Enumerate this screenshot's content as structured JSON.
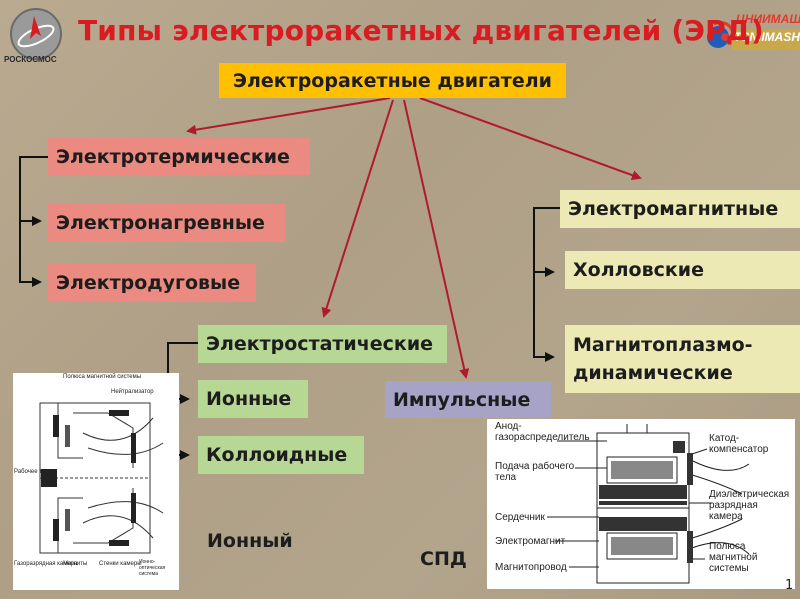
{
  "header": {
    "title": "Типы электроракетных двигателей (ЭРД)",
    "logo_left_text": "РОСКОСМОС",
    "logo_right_ru": "ЦНИИМАШ",
    "logo_right_en": "TSNIIMASH"
  },
  "root": "Электроракетные двигатели",
  "electrothermal": {
    "label": "Электротермические",
    "children": [
      "Электронагревные",
      "Электродуговые"
    ]
  },
  "electrostatic": {
    "label": "Электростатические",
    "children": [
      "Ионные",
      "Коллоидные"
    ]
  },
  "pulse": "Импульсные",
  "electromagnetic": {
    "label": "Электромагнитные",
    "children": [
      "Холловские",
      "Магнитоплазмо-",
      "динамические"
    ]
  },
  "ion_engine": {
    "caption": "Ионный",
    "labels": [
      "Полюса магнитной системы",
      "Нейтрализатор",
      "Рабочее тело",
      "Газоразрядная камера",
      "Магниты",
      "Стенки камеры",
      "Ионно-оптическая система"
    ]
  },
  "spd": {
    "caption": "СПД",
    "labels": [
      "Анод-газораспределитель",
      "Подача рабочего тела",
      "Сердечник",
      "Электромагнит",
      "Магнитопровод",
      "Катод-компенсатор",
      "Диэлектрическая разрядная камера",
      "Полюса магнитной системы"
    ]
  },
  "page_number": "1",
  "colors": {
    "title": "#d81c22",
    "arrow": "#b01a2a"
  }
}
